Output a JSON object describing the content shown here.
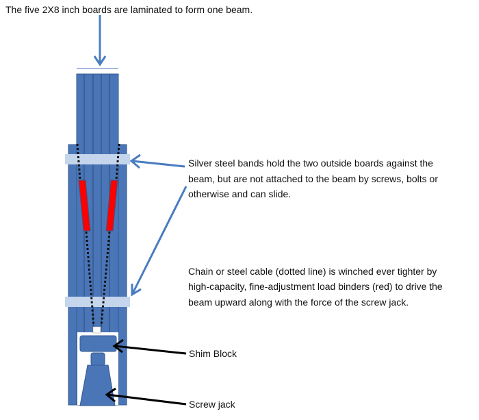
{
  "title": "The five 2X8 inch boards are laminated to form one beam.",
  "labels": {
    "bands": [
      "Silver steel bands hold the two outside boards against the",
      "beam, but are not attached to the beam by screws, bolts or",
      "otherwise and can slide."
    ],
    "chain": [
      "Chain or steel cable (dotted line) is winched ever tighter by",
      "high-capacity, fine-adjustment load binders (red) to drive the",
      "beam upward along with the force of the screw jack."
    ],
    "shim": "Shim Block",
    "jack": "Screw jack"
  },
  "colors": {
    "beam": "#4a76b8",
    "edge": "#34598f",
    "band": "#c5d5ec",
    "binder": "#ff0000",
    "arrow": "#4a7cc0"
  }
}
